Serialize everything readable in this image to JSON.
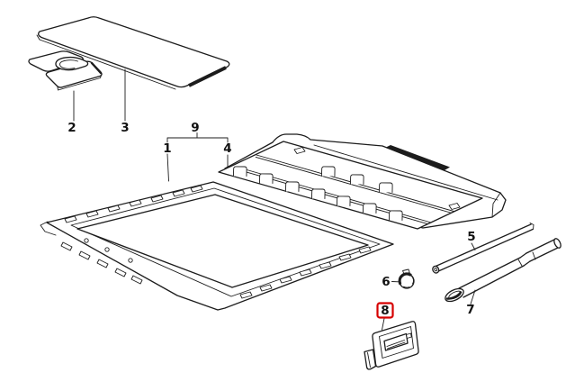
{
  "diagram": {
    "background_color": "#ffffff",
    "line_color": "#1c1c1c",
    "highlight_box_color": "#d60000",
    "highlighted_callout": "8",
    "callouts": {
      "1": "1",
      "2": "2",
      "3": "3",
      "4": "4",
      "5": "5",
      "6": "6",
      "7": "7",
      "8": "8",
      "9": "9"
    },
    "bracket_group": {
      "label": "9",
      "left_member": "1",
      "right_member": "4"
    }
  }
}
